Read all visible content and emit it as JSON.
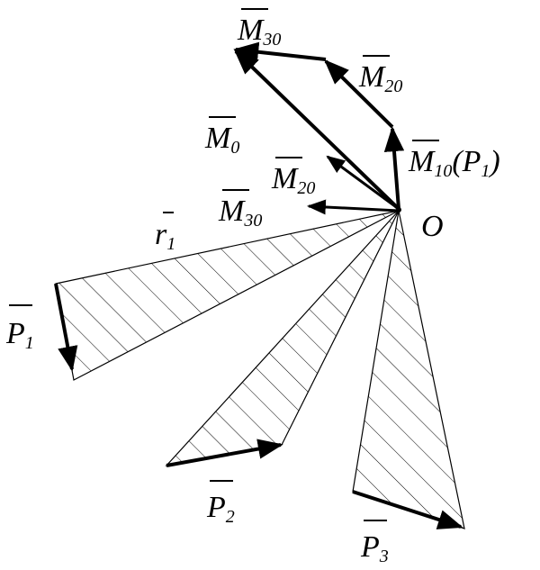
{
  "labels": {
    "m30_top": {
      "base": "M",
      "sub": "30"
    },
    "m20_top": {
      "base": "M",
      "sub": "20"
    },
    "m0": {
      "base": "M",
      "sub": "0"
    },
    "m20_mid": {
      "base": "M",
      "sub": "20"
    },
    "m30_mid": {
      "base": "M",
      "sub": "30"
    },
    "m10": {
      "base": "M",
      "sub": "10",
      "suffix_open": "(P",
      "suffix_sub": "1",
      "suffix_close": ")"
    },
    "origin": "O",
    "r1": {
      "base": "r",
      "sub": "1"
    },
    "p1": {
      "base": "P",
      "sub": "1"
    },
    "p2": {
      "base": "P",
      "sub": "2"
    },
    "p3": {
      "base": "P",
      "sub": "3"
    }
  },
  "colors": {
    "ink": "#000000",
    "background": "#ffffff"
  }
}
